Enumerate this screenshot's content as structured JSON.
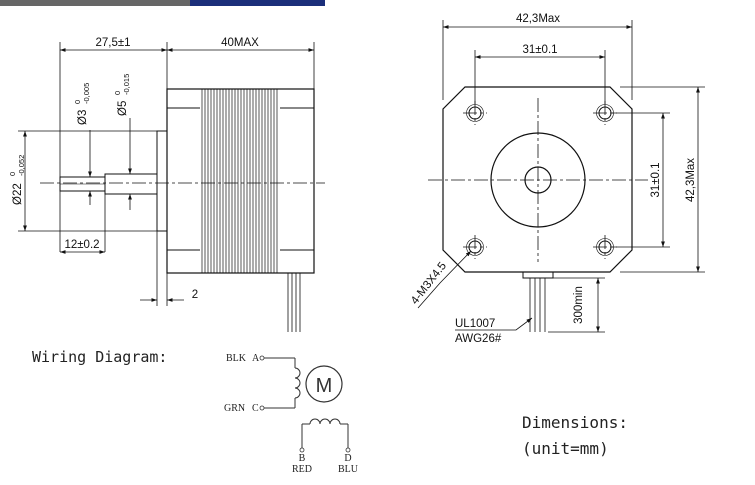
{
  "side_view": {
    "shaft_length": "27,5±1",
    "body_length": "40MAX",
    "shaft_dia": "Ø5",
    "shaft_dia_tol_top": "0",
    "shaft_dia_tol_bottom": "-0,015",
    "flat_dia": "Ø3",
    "flat_dia_tol_top": "0",
    "flat_dia_tol_bottom": "-0,005",
    "boss_dia": "Ø22",
    "boss_dia_tol_top": "0",
    "boss_dia_tol_bottom": "-0,052",
    "flat_length": "12±0.2",
    "boss_height": "2"
  },
  "front_view": {
    "overall_width": "42,3Max",
    "hole_spacing_h": "31±0.1",
    "hole_spacing_v": "31±0.1",
    "overall_height": "42,3Max",
    "mount_holes": "4-M3X4.5",
    "cable_length": "300min",
    "cable_spec_1": "UL1007",
    "cable_spec_2": "AWG26#"
  },
  "wiring": {
    "title": "Wiring Diagram:",
    "motor_label": "M",
    "terminals": [
      {
        "color": "BLK",
        "letter": "A"
      },
      {
        "color": "GRN",
        "letter": "C"
      },
      {
        "color": "RED",
        "letter": "B"
      },
      {
        "color": "BLU",
        "letter": "D"
      }
    ]
  },
  "notes": {
    "title": "Dimensions:",
    "unit": "(unit=mm)"
  }
}
